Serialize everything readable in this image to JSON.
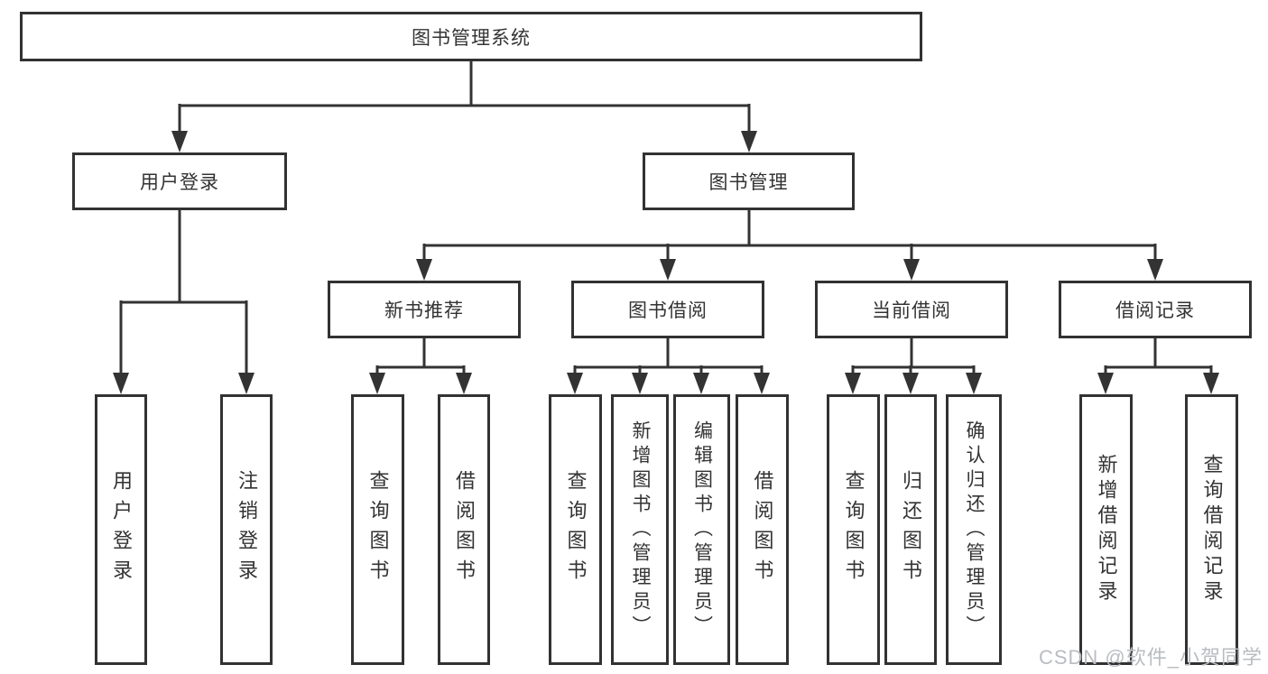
{
  "tree": {
    "label": "图书管理系统",
    "children": [
      {
        "label": "用户登录",
        "children": [
          {
            "label": "用户登录"
          },
          {
            "label": "注销登录"
          }
        ]
      },
      {
        "label": "图书管理",
        "children": [
          {
            "label": "新书推荐",
            "children": [
              {
                "label": "查询图书"
              },
              {
                "label": "借阅图书"
              }
            ]
          },
          {
            "label": "图书借阅",
            "children": [
              {
                "label": "查询图书"
              },
              {
                "label": "新增图书（管理员）"
              },
              {
                "label": "编辑图书（管理员）"
              },
              {
                "label": "借阅图书"
              }
            ]
          },
          {
            "label": "当前借阅",
            "children": [
              {
                "label": "查询图书"
              },
              {
                "label": "归还图书"
              },
              {
                "label": "确认归还（管理员）"
              }
            ]
          },
          {
            "label": "借阅记录",
            "children": [
              {
                "label": "新增借阅记录"
              },
              {
                "label": "查询借阅记录"
              }
            ]
          }
        ]
      }
    ]
  },
  "watermark": "CSDN @软件_小贺同学",
  "colors": {
    "line": "#333333",
    "box_border": "#323232",
    "text": "#333333",
    "watermark": "#b9bcc1",
    "background": "#ffffff"
  }
}
